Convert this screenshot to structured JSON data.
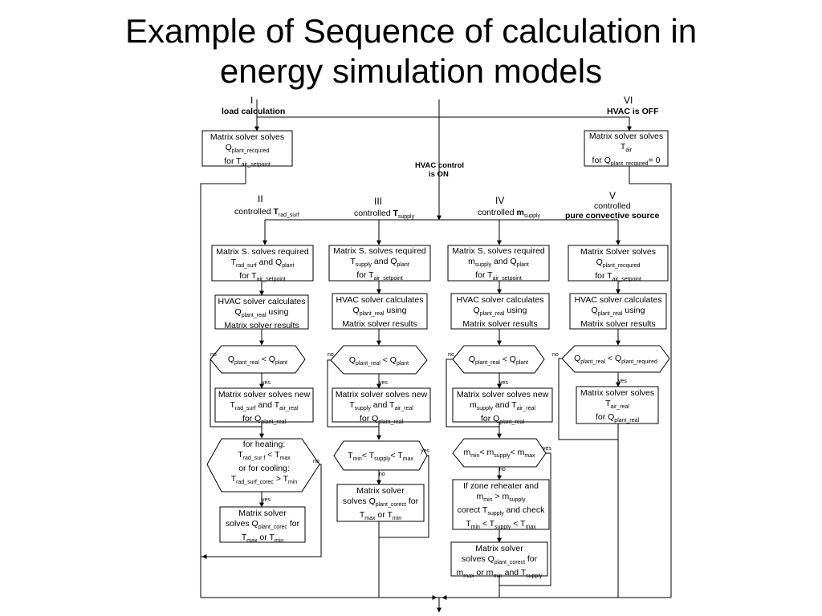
{
  "title": {
    "line1": "Example of Sequence of calculation in",
    "line2": "energy simulation models"
  },
  "labels": {
    "I": "I",
    "load_calculation": "load calculation",
    "VI": "VI",
    "hvac_off": "HVAC is OFF",
    "hvac_on_1": "HVAC control",
    "hvac_on_2": "is  ON",
    "II": "II",
    "III": "III",
    "IV": "IV",
    "V": "V",
    "controlled": "controlled",
    "ctrl_II_var": "T",
    "ctrl_II_sub": "rad_surf",
    "ctrl_III_var": "T",
    "ctrl_III_sub": "supply",
    "ctrl_IV_var": "m",
    "ctrl_IV_sub": "supply",
    "ctrl_V_line2": "pure convective source",
    "no": "no",
    "yes": "yes"
  },
  "boxes": {
    "top_left": [
      "Matrix solver solves",
      "Q",
      "plant_recqured",
      "for  T",
      "air_setpoint"
    ],
    "top_right": [
      "Matrix solver solves",
      "T",
      "air",
      "for  Q",
      "plant_recqured",
      "= 0"
    ],
    "c2_box1": [
      "Matrix S. solves required",
      "T",
      "rad_surf",
      "  and  Q",
      "plant",
      "for T",
      "air_setpoint"
    ],
    "c3_box1": [
      "Matrix S. solves required",
      "T",
      "supply",
      "  and  Q",
      "plant",
      "for T",
      "air_setpoint"
    ],
    "c4_box1": [
      "Matrix S. solves required",
      "m",
      "supply",
      "  and  Q",
      "plant",
      "for T",
      "air_setpoint"
    ],
    "c5_box1": [
      "Matrix Solver solves",
      "Q",
      "plant_recqured",
      "for T",
      "air_setpoint"
    ],
    "hvac_calc": [
      "HVAC solver calculates",
      "Q",
      "plant_real",
      "  using",
      "Matrix solver results"
    ],
    "cond_c2": [
      "Q",
      "plant_real",
      " < Q",
      "plant"
    ],
    "cond_c5": [
      "Q",
      "plant_real",
      "  < Q",
      "plant_required"
    ],
    "c2_new": [
      "Matrix solver solves new",
      "T",
      "rad_surf",
      "   and   T",
      "air_real",
      "for Q",
      "plant_real"
    ],
    "c3_new": [
      "Matrix solver solves new",
      "T",
      "supply",
      "   and   T",
      "air_real",
      "for Q",
      "plant_real"
    ],
    "c4_new": [
      "Matrix solver solves new",
      "m",
      "supply",
      "  and  T",
      "air_real",
      "for Q",
      "plant_real"
    ],
    "c5_new": [
      "Matrix solver solves",
      "T",
      "air_real",
      "for Q",
      "plant_real"
    ],
    "c2_hex": [
      "for heating:",
      "T",
      "rad_sur f",
      " < T",
      "max",
      "or for cooling:",
      "T",
      "rad_surf_corec",
      " > T",
      "min"
    ],
    "c3_hex": [
      "T",
      "min",
      "< T",
      "supply",
      "< T",
      "max"
    ],
    "c4_hex": [
      "m",
      "min",
      "< m",
      "supply",
      "< m",
      "max"
    ],
    "c2_final": [
      "Matrix solver",
      "solves Q",
      "plant_corec",
      " for",
      "T",
      "max",
      "  or  T",
      "min"
    ],
    "c3_final": [
      "Matrix solver",
      "solves Q",
      "plant_corect",
      " for",
      "T",
      "max",
      "   or   T",
      "min"
    ],
    "c4_reheat": [
      "If   zone reheater and",
      "m",
      "min",
      " > m",
      "supply",
      "corect T",
      "supply",
      " and check",
      "T",
      "min",
      " < T",
      "supply",
      " < T",
      "max"
    ],
    "c4_final": [
      "Matrix solver",
      "solves Q",
      "plant_corect",
      " for",
      "m",
      "max",
      " or m",
      "min",
      " and  T",
      "supply"
    ]
  }
}
